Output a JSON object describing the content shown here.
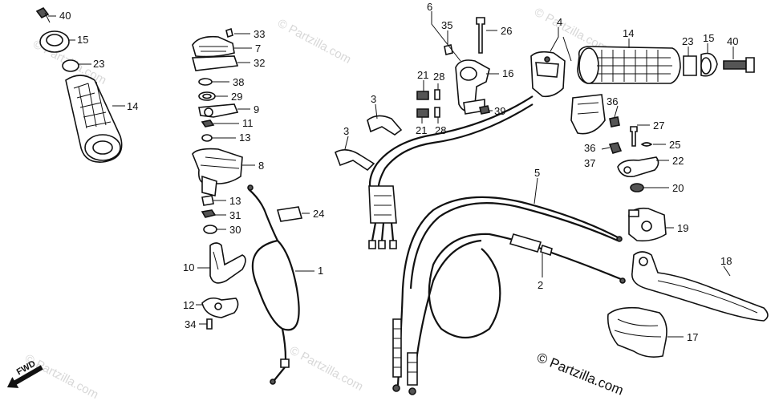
{
  "watermark": "© Partzilla.com",
  "copyright": "© Partzilla.com",
  "direction": "FWD",
  "colors": {
    "line": "#111111",
    "watermark": "#d8d8d8",
    "background": "#ffffff"
  },
  "labels": {
    "p40a": "40",
    "p15a": "15",
    "p23a": "23",
    "p14a": "14",
    "p33": "33",
    "p7": "7",
    "p32": "32",
    "p38": "38",
    "p29": "29",
    "p9": "9",
    "p11": "11",
    "p13a": "13",
    "p8": "8",
    "p13b": "13",
    "p31": "31",
    "p30": "30",
    "p24": "24",
    "p10": "10",
    "p1": "1",
    "p12": "12",
    "p34": "34",
    "p3a": "3",
    "p3b": "3",
    "p6": "6",
    "p35": "35",
    "p26": "26",
    "p21a": "21",
    "p28a": "28",
    "p21b": "21",
    "p28b": "28",
    "p16": "16",
    "p39": "39",
    "p4": "4",
    "p14b": "14",
    "p23b": "23",
    "p15b": "15",
    "p40b": "40",
    "p36a": "36",
    "p27": "27",
    "p36b": "36",
    "p37": "37",
    "p25": "25",
    "p22": "22",
    "p20": "20",
    "p5": "5",
    "p19": "19",
    "p18": "18",
    "p2": "2",
    "p17": "17"
  }
}
